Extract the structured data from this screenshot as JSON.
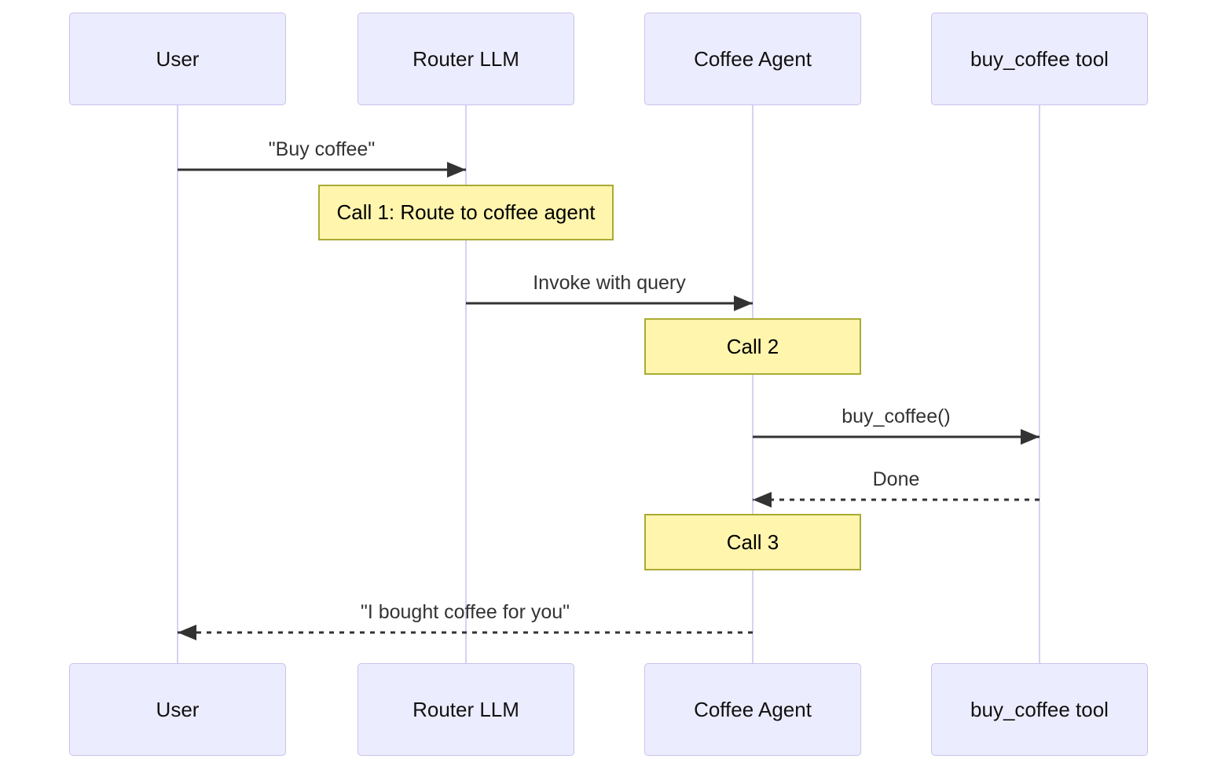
{
  "diagram": {
    "type": "sequence-diagram",
    "participants": [
      {
        "id": "user",
        "label": "User"
      },
      {
        "id": "router-llm",
        "label": "Router LLM"
      },
      {
        "id": "coffee-agent",
        "label": "Coffee Agent"
      },
      {
        "id": "buy-coffee-tool",
        "label": "buy_coffee tool"
      }
    ],
    "messages": [
      {
        "from": "User",
        "to": "Router LLM",
        "label": "\"Buy coffee\"",
        "line_style": "solid"
      },
      {
        "from": "Router LLM",
        "to": "Coffee Agent",
        "label": "Invoke with query",
        "line_style": "solid"
      },
      {
        "from": "Coffee Agent",
        "to": "buy_coffee tool",
        "label": "buy_coffee()",
        "line_style": "solid"
      },
      {
        "from": "buy_coffee tool",
        "to": "Coffee Agent",
        "label": "Done",
        "line_style": "dashed"
      },
      {
        "from": "Coffee Agent",
        "to": "User",
        "label": "\"I bought coffee for you\"",
        "line_style": "dashed"
      }
    ],
    "notes": [
      {
        "over": "Router LLM",
        "label": "Call 1: Route to coffee agent"
      },
      {
        "over": "Coffee Agent",
        "label": "Call 2"
      },
      {
        "over": "Coffee Agent",
        "label": "Call 3"
      }
    ],
    "colors": {
      "actor_fill": "#ECECFF",
      "actor_border": "#c9c3ea",
      "lifeline": "#d7d1f0",
      "note_fill": "#fff5ad",
      "note_border": "#aaaa33",
      "arrow": "#333333",
      "text": "#333333"
    }
  }
}
